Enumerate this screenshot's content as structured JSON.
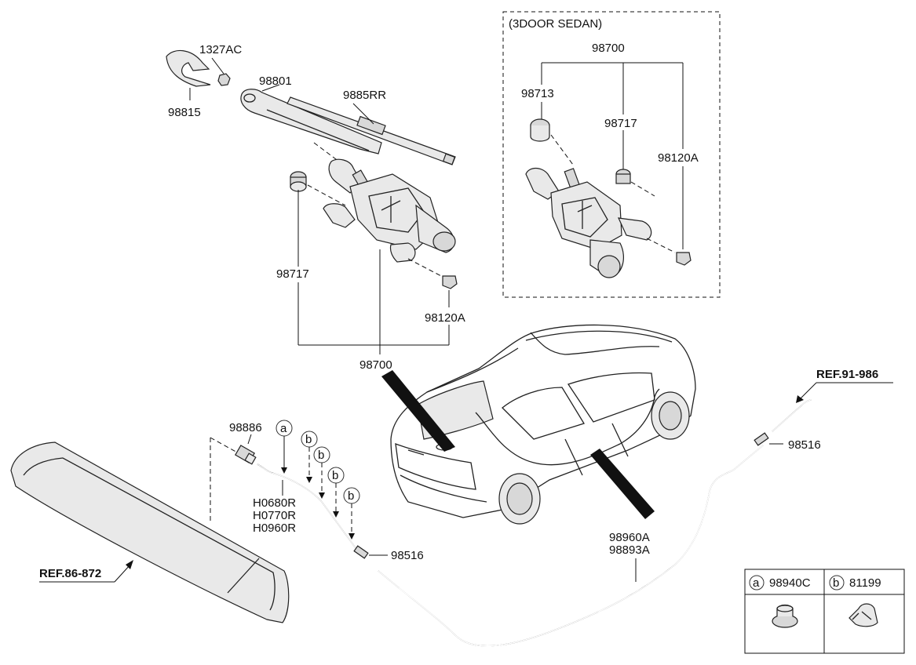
{
  "box": {
    "title": "(3DOOR SEDAN)"
  },
  "labels": {
    "p1327ac": "1327AC",
    "p98815": "98815",
    "p98801": "98801",
    "p9885rr": "9885RR",
    "p98717_main": "98717",
    "p98120a_main": "98120A",
    "p98700_main": "98700",
    "p98700_box": "98700",
    "p98713": "98713",
    "p98717_box": "98717",
    "p98120a_box": "98120A",
    "p98886": "98886",
    "h0680r": "H0680R",
    "h0770r": "H0770R",
    "h0960r": "H0960R",
    "p98516_left": "98516",
    "p98516_right": "98516",
    "p98960a": "98960A",
    "p98893a": "98893A"
  },
  "refs": {
    "ref_86_872": "REF.86-872",
    "ref_91_986": "REF.91-986"
  },
  "callouts": {
    "a": "a",
    "b1": "b",
    "b2": "b",
    "b3": "b",
    "b4": "b"
  },
  "legend": {
    "a_letter": "a",
    "a_part": "98940C",
    "b_letter": "b",
    "b_part": "81199"
  }
}
